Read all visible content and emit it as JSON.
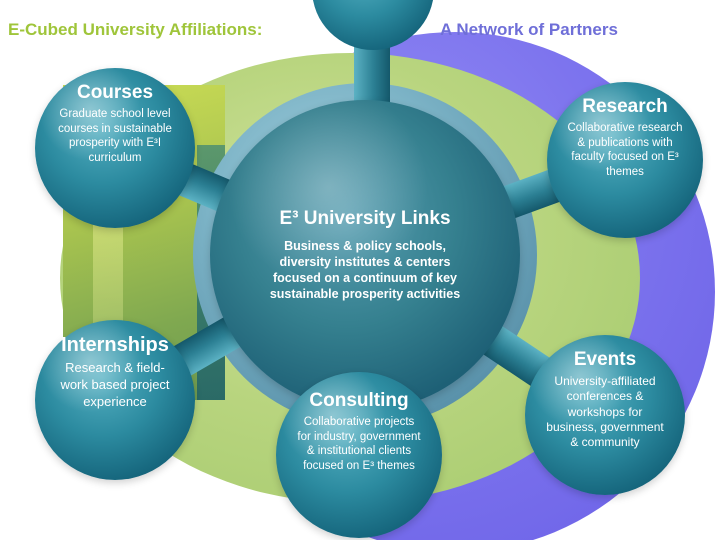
{
  "heading": {
    "left": "E-Cubed University Affiliations:",
    "right": "A Network of Partners"
  },
  "center": {
    "title": "E³ University Links",
    "description": "Business & policy schools, diversity institutes & centers focused on a continuum of key sustainable prosperity activities"
  },
  "nodes": [
    {
      "id": "courses",
      "title": "Courses",
      "description": "Graduate school level courses in sustainable prosperity with E³I curriculum"
    },
    {
      "id": "research",
      "title": "Research",
      "description": "Collaborative research & publications with faculty focused on E³ themes"
    },
    {
      "id": "internships",
      "title": "Internships",
      "description": "Research & field-work based project experience"
    },
    {
      "id": "consulting",
      "title": "Consulting",
      "description": "Collaborative projects for industry, government & institutional clients focused on E³ themes"
    },
    {
      "id": "events",
      "title": "Events",
      "description": "University-affiliated conferences & workshops for business, government & community"
    }
  ],
  "colors": {
    "heading_left": "#9fc53a",
    "heading_right": "#6f6fd8",
    "sphere_teal": "#2c8ba0",
    "background_purple": "#7d74ee",
    "background_green": "#b9d57f",
    "text": "#ffffff"
  }
}
